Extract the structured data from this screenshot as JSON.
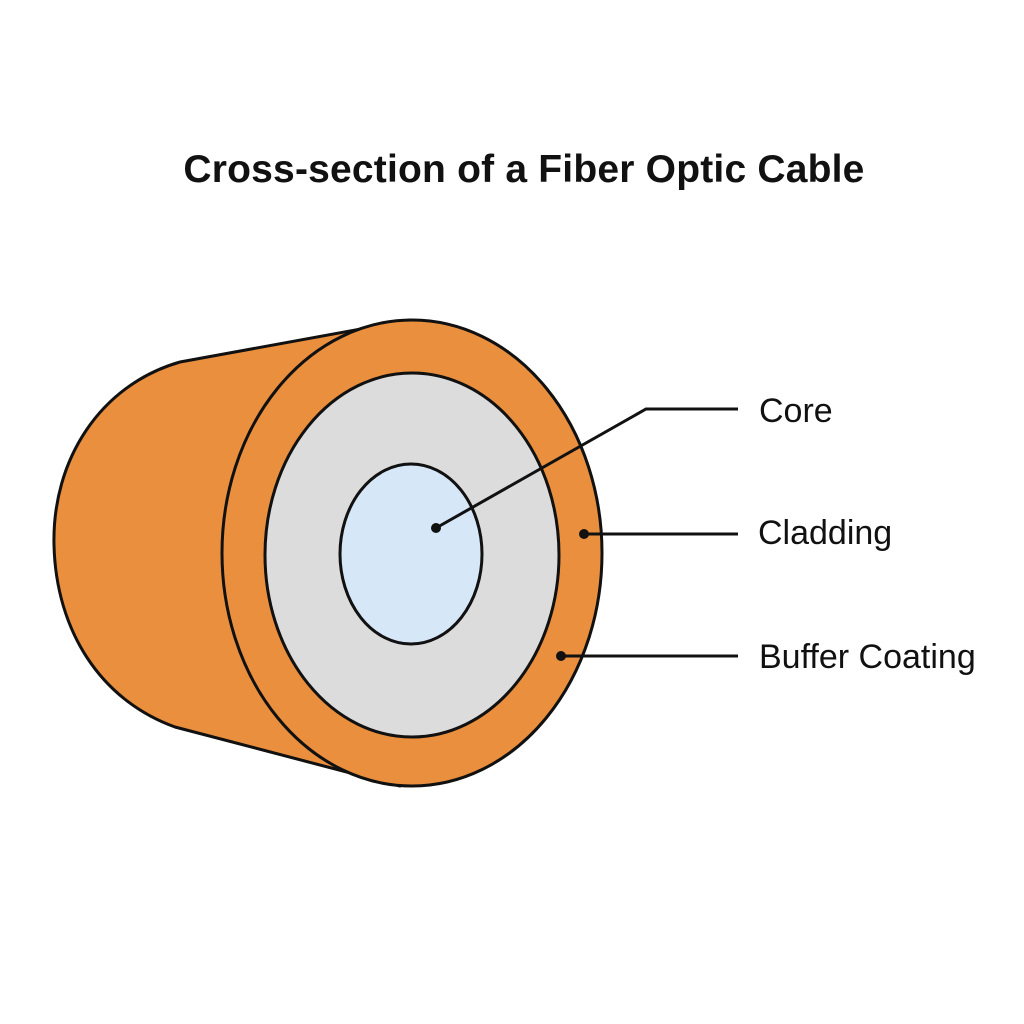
{
  "title": "Cross-section of a Fiber Optic Cable",
  "labels": {
    "core": "Core",
    "cladding": "Cladding",
    "buffer": "Buffer Coating"
  },
  "colors": {
    "buffer": "#ea8f3e",
    "cladding": "#dcdcdc",
    "core": "#d6e7f8",
    "outline": "#111111"
  }
}
